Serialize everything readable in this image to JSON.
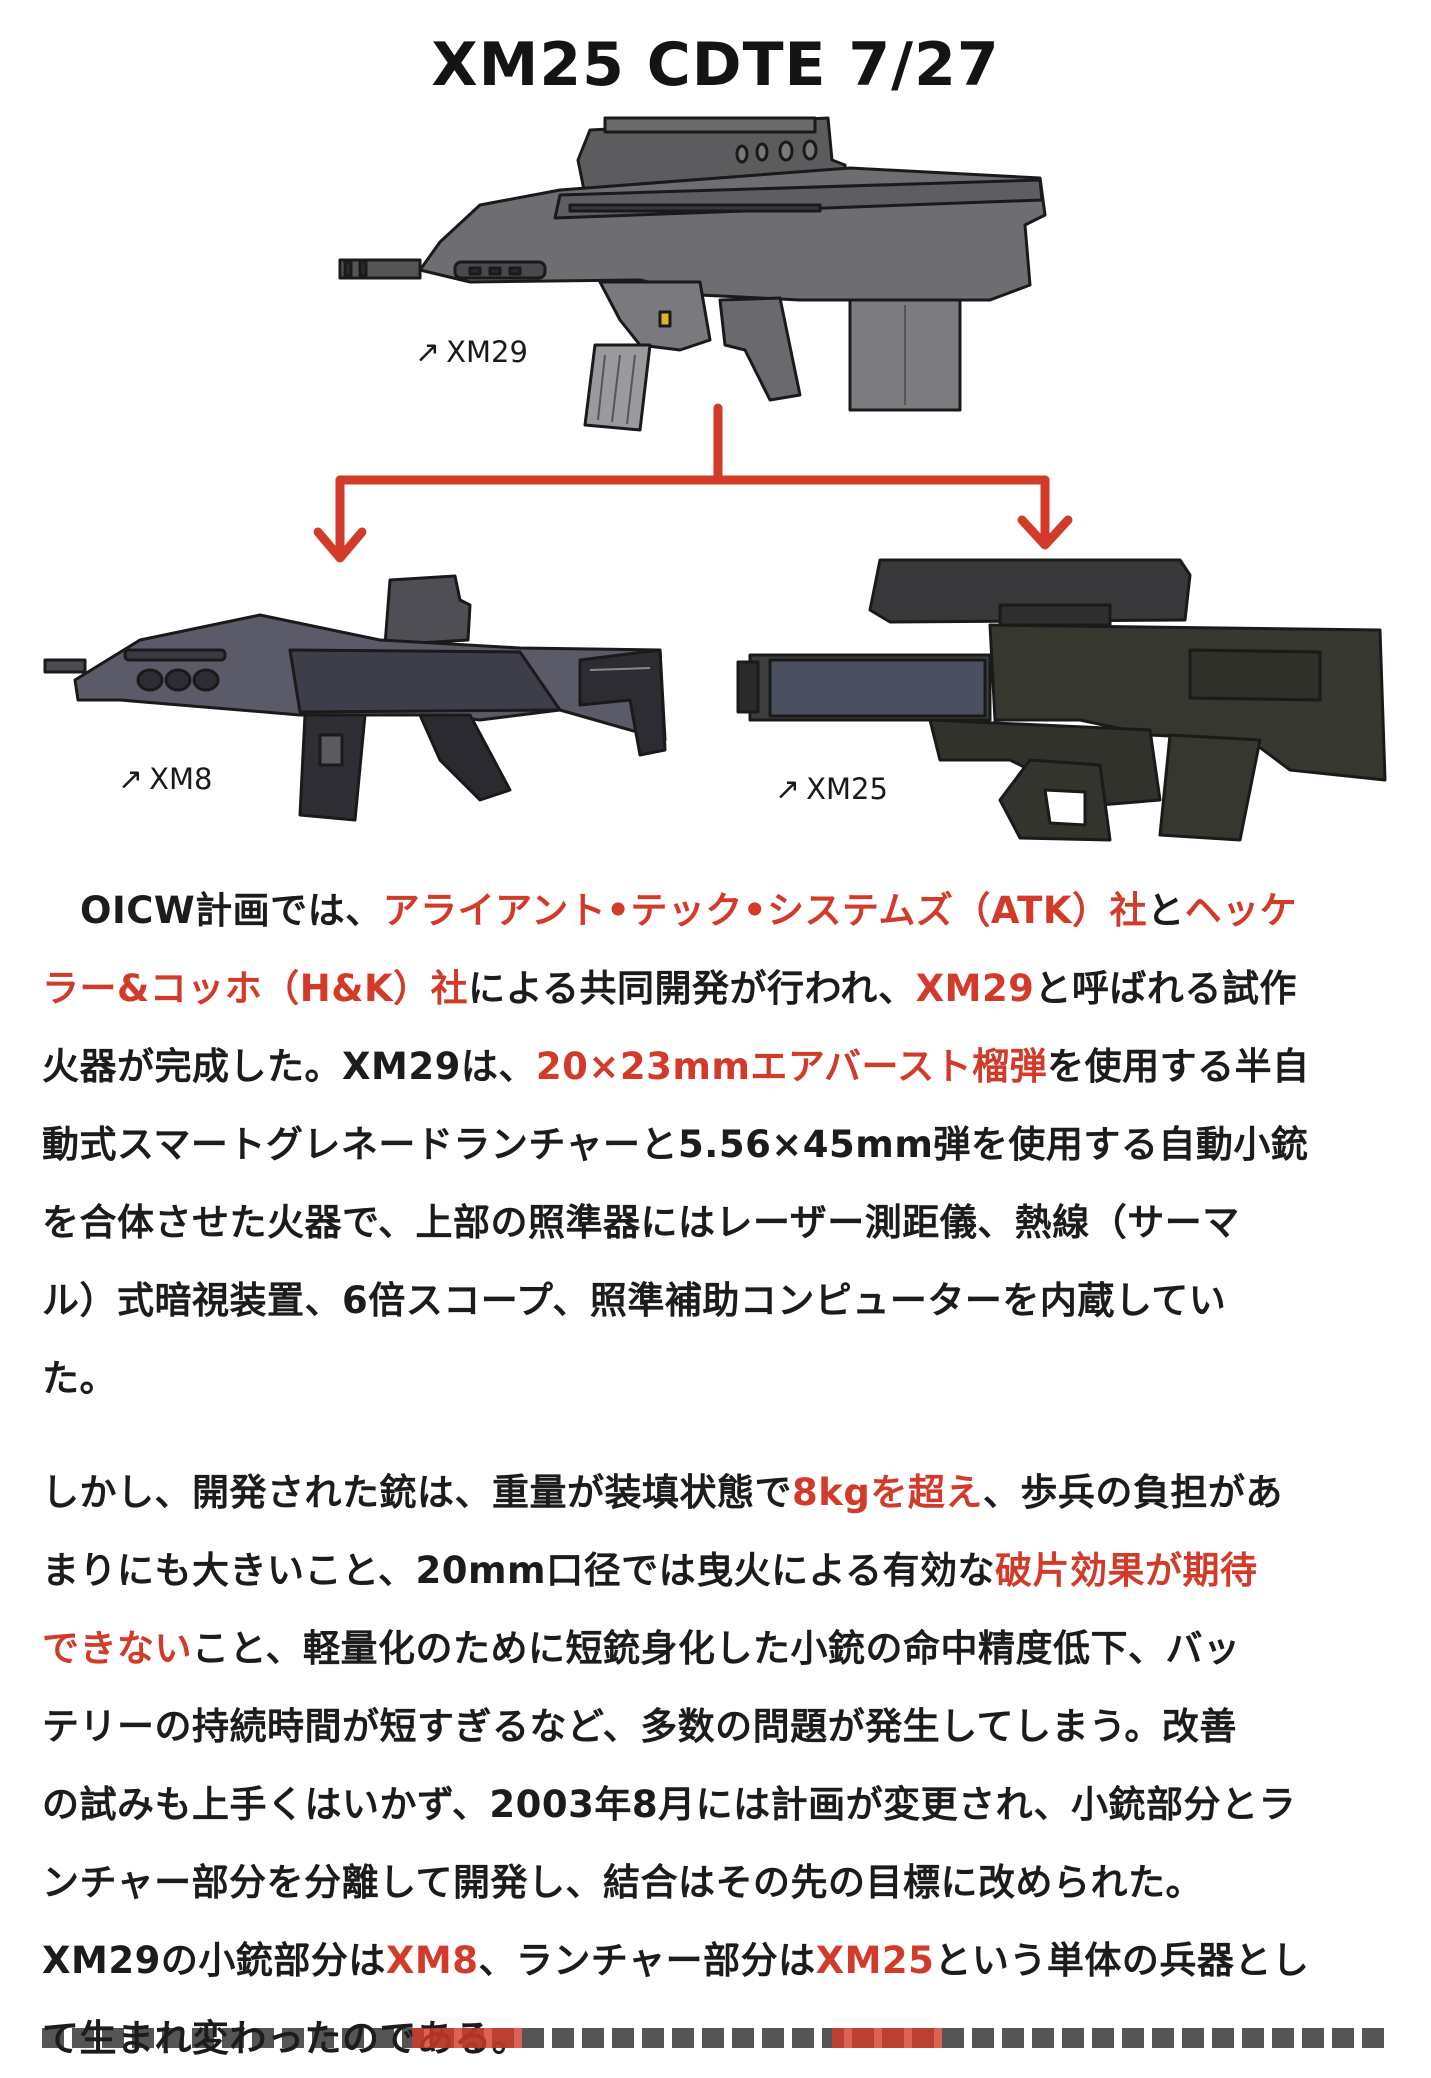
{
  "title": "XM25 CDTE 7/27",
  "labels": {
    "xm29": "XM29",
    "xm8": "XM8",
    "xm25": "XM25",
    "arrow_glyph": "↗"
  },
  "colors": {
    "highlight": "#d23b2a",
    "flow_arrow": "#d23b2a",
    "text": "#1c1c1c"
  },
  "paragraph1": {
    "l1": {
      "a": "OICW計画では、",
      "b": "アライアント•テック•システムズ（ATK）社",
      "c": "と",
      "d": "ヘッケ"
    },
    "l2": {
      "a": "ラー&コッホ（H&K）社",
      "b": "による共同開発が行われ、",
      "c": "XM29",
      "d": "と呼ばれる試作"
    },
    "l3": {
      "a": "火器が完成した。XM29は、",
      "b": "20×23mmエアバースト榴弾",
      "c": "を使用する半自"
    },
    "l4": "動式スマートグレネードランチャーと5.56×45mm弾を使用する自動小銃",
    "l5": "を合体させた火器で、上部の照準器にはレーザー測距儀、熱線（サーマ",
    "l6": "ル）式暗視装置、6倍スコープ、照準補助コンピューターを内蔵してい",
    "l7": "た。"
  },
  "paragraph2": {
    "l1": {
      "a": "しかし、開発された銃は、重量が装填状態で",
      "b": "8kgを超え",
      "c": "、歩兵の負担があ"
    },
    "l2": {
      "a": "まりにも大きいこと、20mm口径では曳火による有効な",
      "b": "破片効果が期待"
    },
    "l3": {
      "a": "できない",
      "b": "こと、軽量化のために短銃身化した小銃の命中精度低下、バッ"
    },
    "l4": "テリーの持続時間が短すぎるなど、多数の問題が発生してしまう。改善",
    "l5": "の試みも上手くはいかず、2003年8月には計画が変更され、小銃部分とラ",
    "l6": "ンチャー部分を分離して開発し、結合はその先の目標に改められた。",
    "l7": {
      "a": "XM29の小銃部分は",
      "b": "XM8",
      "c": "、ランチャー部分は",
      "d": "XM25",
      "e": "という単体の兵器とし"
    },
    "l8": "て生まれ変わったのである。"
  }
}
